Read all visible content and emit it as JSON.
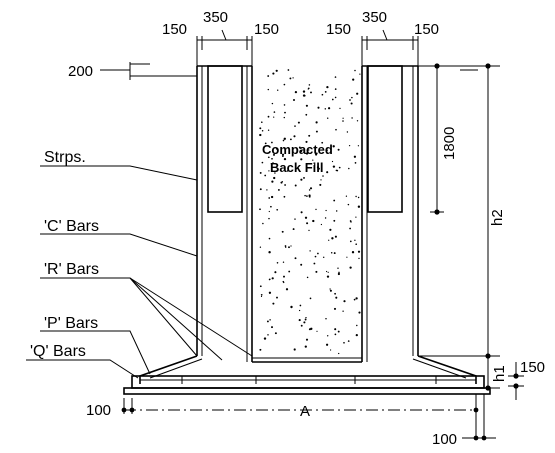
{
  "labels": {
    "strps": "Strps.",
    "c_bars": "'C' Bars",
    "r_bars": "'R' Bars",
    "p_bars": "'P' Bars",
    "q_bars": "'Q' Bars",
    "fill_line1": "Compacted",
    "fill_line2": "Back Fill"
  },
  "dimensions": {
    "d150_a": "150",
    "d350_a": "350",
    "d150_b": "150",
    "d150_c": "150",
    "d350_b": "350",
    "d150_d": "150",
    "d200": "200",
    "d1800": "1800",
    "h2": "h2",
    "h1": "h1",
    "d150_base": "150",
    "d100_left": "100",
    "span_a": "A",
    "d100_bottom": "100"
  }
}
